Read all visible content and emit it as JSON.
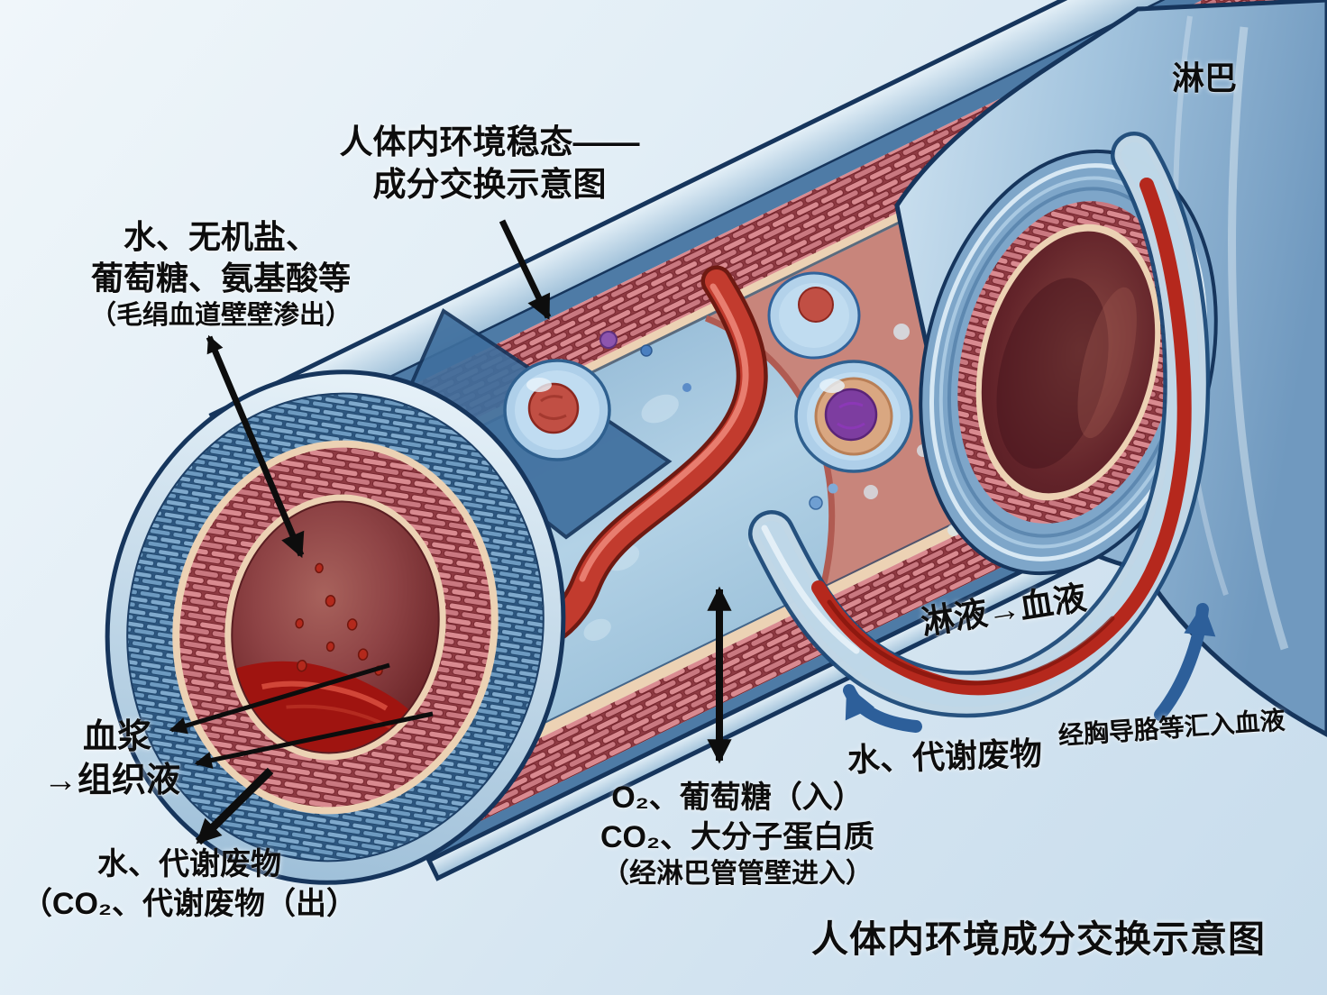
{
  "header": {
    "title_line1": "人体内环境稳态——",
    "title_line2": "成分交换示意图"
  },
  "labels": {
    "top_left_line1": "水、无机盐、",
    "top_left_line2": "葡萄糖、氨基酸等",
    "top_left_line3": "（毛绢血道壁壁渗出）",
    "lymph": "淋巴",
    "lymph_to_blood": "淋液→血液",
    "water_waste": "水、代谢废物",
    "thoracic_duct": "经胸导胳等汇入血液",
    "plasma": "血浆",
    "tissue_fluid": "→组织液",
    "bottom_left_line1": "水、代谢废物",
    "bottom_left_line2": "（CO₂、代谢废物（出）",
    "exchange_line1": "O₂、葡萄糖（入）",
    "exchange_line2": "CO₂、大分子蛋白质",
    "exchange_line3": "（经淋巴管管壁进入）",
    "footer_title": "人体内环境成分交换示意图"
  },
  "colors": {
    "background": "#d9e8f2",
    "vessel_outer_blue": "#4e7ba6",
    "vessel_wall_brick": "#c97880",
    "vessel_wall_blue_brick": "#6d9ac0",
    "membrane_cream": "#ecd2b4",
    "lumen_dark_red": "#6b2a2c",
    "plasma_interior_blue": "#a5c6dd",
    "interior_salmon": "#c8857b",
    "capillary_red": "#c23b2e",
    "lymph_tube_glass": "#d7e9f5",
    "lymph_fluid_red": "#b5281d",
    "cell_body_blue": "#aecfe9",
    "nucleus_red": "#c14f44",
    "nucleus_purple": "#7d3da0",
    "arrow_black": "#0d0d0d",
    "arrow_blue": "#2d5f9a",
    "text": "#0d0d0d"
  }
}
